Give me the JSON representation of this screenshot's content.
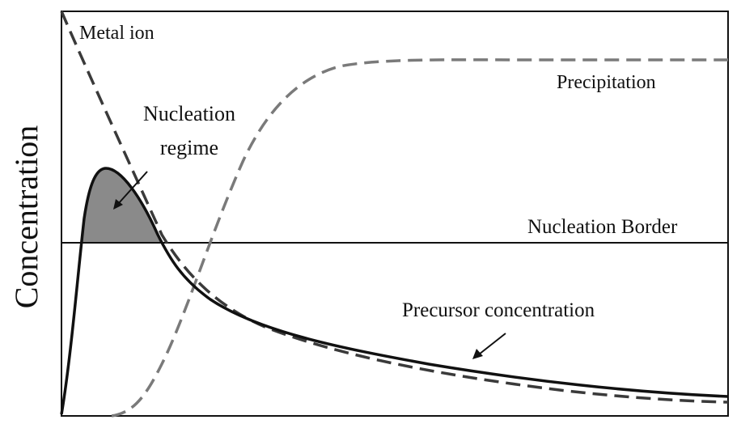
{
  "axes": {
    "ylabel": "Concentration"
  },
  "labels": {
    "metal_ion": "Metal ion",
    "precipitation": "Precipitation",
    "nucleation_regime_line1": "Nucleation",
    "nucleation_regime_line2": "regime",
    "nucleation_border": "Nucleation Border",
    "precursor_concentration": "Precursor concentration"
  },
  "colors": {
    "precursor": "#111111",
    "dashed_curves": "#7a7a7a",
    "metal_ion_curve": "#3a3a3a",
    "nucleation_fill": "#8a8a8a",
    "frame": "#111111"
  }
}
